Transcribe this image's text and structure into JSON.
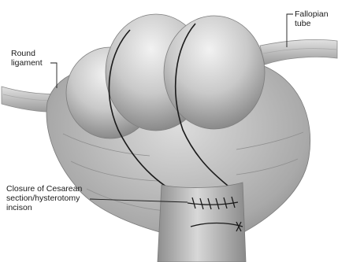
{
  "labels": {
    "round_ligament": [
      "Round",
      "ligament"
    ],
    "fallopian_tube": [
      "Fallopian",
      "tube"
    ],
    "closure": [
      "Closure of Cesarean",
      "section/hysterotomy",
      "incison"
    ]
  },
  "colors": {
    "background": "#ffffff",
    "tissue_light": "#ececec",
    "tissue_mid": "#bdbdbd",
    "tissue_dark": "#7a7a7a",
    "suture": "#1a1a1a"
  }
}
